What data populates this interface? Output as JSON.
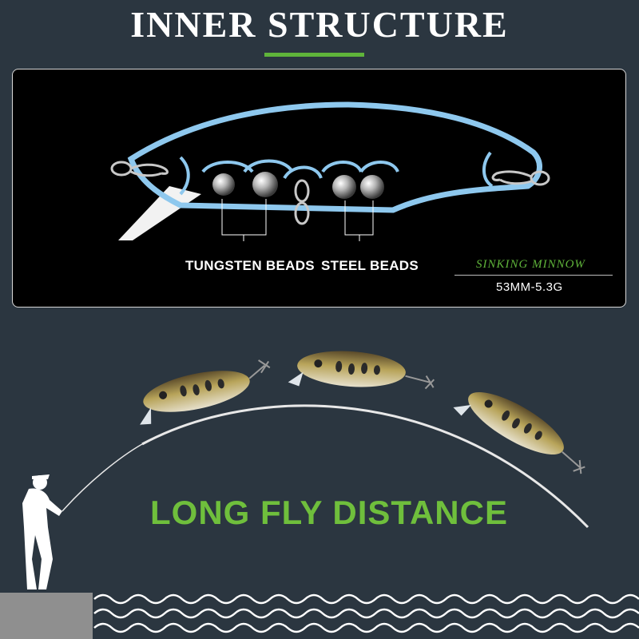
{
  "header": {
    "title": "INNER STRUCTURE"
  },
  "diagram": {
    "tungsten_label": "TUNGSTEN BEADS",
    "steel_label": "STEEL BEADS",
    "model_name": "SINKING MINNOW",
    "spec": "53MM-5.3G"
  },
  "banner": {
    "text": "LONG FLY DISTANCE"
  },
  "colors": {
    "accent_green": "#5fb43a",
    "outline_blue": "#8ec8ee",
    "background": "#2b3640"
  }
}
